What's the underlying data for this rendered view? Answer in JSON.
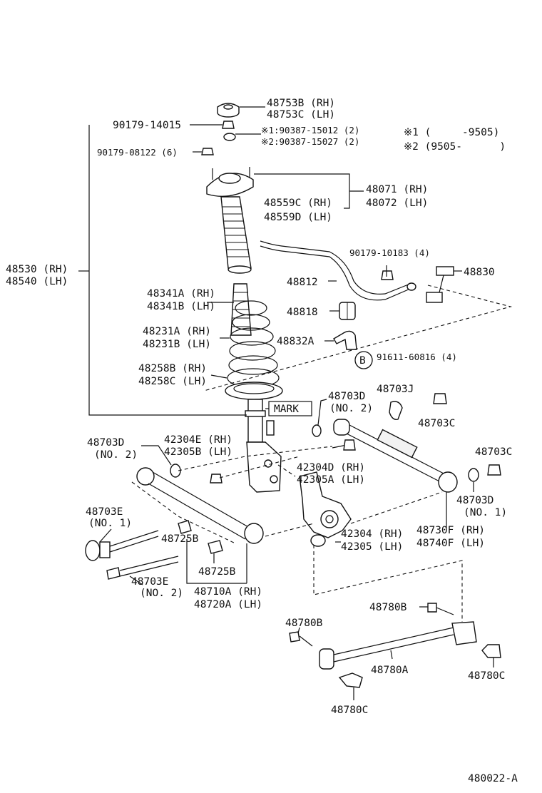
{
  "labels": {
    "l48753": "48753B (RH)",
    "l48753c": "48753C (LH)",
    "l90179_14015": "90179-14015",
    "lnote1ref": "※1:90387-15012 (2)",
    "lnote2ref": "※2:90387-15027 (2)",
    "lnote1": "※1 (     -9505)",
    "lnote2": "※2 (9505-      )",
    "l90179_08122": "90179-08122 (6)",
    "l48071": "48071 (RH)",
    "l48072": "48072 (LH)",
    "l48559c": "48559C (RH)",
    "l48559d": "48559D (LH)",
    "l48530": "48530 (RH)",
    "l48540": "48540 (LH)",
    "l90179_10183": "90179-10183 (4)",
    "l48830": "48830",
    "l48812": "48812",
    "l48341a": "48341A (RH)",
    "l48341b": "48341B (LH)",
    "l48818": "48818",
    "l48231a": "48231A (RH)",
    "l48231b": "48231B (LH)",
    "l48832a": "48832A",
    "lbcircle": "B",
    "l91611": "91611-60816 (4)",
    "l48258b": "48258B (RH)",
    "l48258c": "48258C (LH)",
    "l48703d_top": "48703D",
    "l48703d_top_no": "(NO. 2)",
    "l48703j": "48703J",
    "lmark": "MARK",
    "l48703c_a": "48703C",
    "l48703d_left": "48703D",
    "l48703d_left_no": "(NO. 2)",
    "l42304e": "42304E (RH)",
    "l42305b": "42305B (LH)",
    "l42304d": "42304D (RH)",
    "l42305a": "42305A (LH)",
    "l48703c_b": "48703C",
    "l48703d_right": "48703D",
    "l48703d_right_no": "(NO. 1)",
    "l48703e_a": "48703E",
    "l48703e_a_no": "(NO. 1)",
    "l48725b_a": "48725B",
    "l42304": "42304 (RH)",
    "l42305": "42305 (LH)",
    "l48730f": "48730F (RH)",
    "l48740f": "48740F (LH)",
    "l48725b_b": "48725B",
    "l48703e_b": "48703E",
    "l48703e_b_no": "(NO. 2)",
    "l48710a": "48710A (RH)",
    "l48720a": "48720A (LH)",
    "l48780b_a": "48780B",
    "l48780b_b": "48780B",
    "l48780a": "48780A",
    "l48780c_a": "48780C",
    "l48780c_b": "48780C",
    "lref": "480022-A"
  }
}
